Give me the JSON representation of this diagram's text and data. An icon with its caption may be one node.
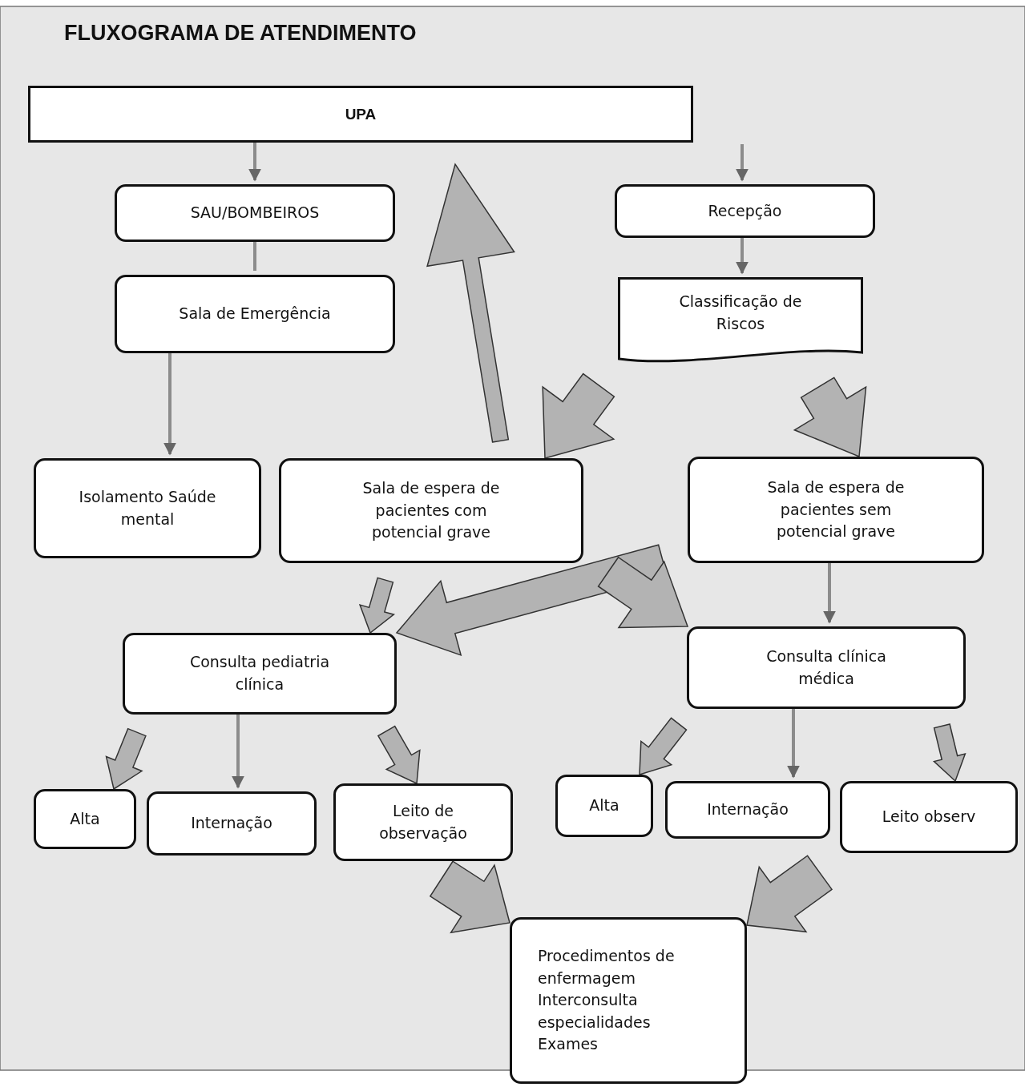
{
  "diagram": {
    "title": "FLUXOGRAMA DE ATENDIMENTO",
    "nodes": [
      {
        "text": [
          "UPA"
        ]
      },
      {
        "text": [
          "SAU/BOMBEIROS"
        ]
      },
      {
        "text": [
          "Recepção"
        ]
      },
      {
        "text": [
          "Sala de Emergência"
        ]
      },
      {
        "text": [
          "Classificação de Riscos"
        ]
      },
      {
        "text": [
          "Isolamento Saúde mental"
        ]
      },
      {
        "text": [
          "Sala de espera de pacientes com potencial grave"
        ]
      },
      {
        "text": [
          "Sala de espera de pacientes sem potencial grave"
        ]
      },
      {
        "text": [
          "Consulta pediatria clínica"
        ]
      },
      {
        "text": [
          "Consulta clínica médica"
        ]
      },
      {
        "text": [
          "Alta"
        ]
      },
      {
        "text": [
          "Internação"
        ]
      },
      {
        "text": [
          "Leito de observação"
        ]
      },
      {
        "text": [
          "Alta"
        ]
      },
      {
        "text": [
          "Internação"
        ]
      },
      {
        "text": [
          "Leito observ"
        ]
      },
      {
        "text": [
          "Procedimentos de enfermagem",
          "Interconsulta especialidades",
          "Exames"
        ]
      }
    ],
    "edges": [
      {
        "from": 0,
        "to": 1,
        "arrow": "to"
      },
      {
        "from": null,
        "to": 2,
        "arrow": "to"
      },
      {
        "from": 1,
        "to": 3,
        "arrow": "none"
      },
      {
        "from": 2,
        "to": 4,
        "arrow": "to"
      },
      {
        "from": 3,
        "to": 5,
        "arrow": "to"
      },
      {
        "from": 6,
        "to": null,
        "arrow": "to",
        "style": "thick"
      },
      {
        "from": 4,
        "to": 6,
        "arrow": "to",
        "style": "thick"
      },
      {
        "from": 4,
        "to": 7,
        "arrow": "to",
        "style": "thick"
      },
      {
        "from": 6,
        "to": 8,
        "arrow": "to",
        "style": "thick"
      },
      {
        "from": 7,
        "to": 8,
        "arrow": "to",
        "style": "thick"
      },
      {
        "from": 6,
        "to": 9,
        "arrow": "to",
        "style": "thick"
      },
      {
        "from": 7,
        "to": 9,
        "arrow": "to"
      },
      {
        "from": 8,
        "to": 10,
        "arrow": "to",
        "style": "thick"
      },
      {
        "from": 8,
        "to": 11,
        "arrow": "to"
      },
      {
        "from": 8,
        "to": 12,
        "arrow": "to",
        "style": "thick"
      },
      {
        "from": 9,
        "to": 13,
        "arrow": "to",
        "style": "thick"
      },
      {
        "from": 9,
        "to": 14,
        "arrow": "to"
      },
      {
        "from": 9,
        "to": 15,
        "arrow": "to",
        "style": "thick"
      },
      {
        "from": 12,
        "to": 16,
        "arrow": "to",
        "style": "thick"
      },
      {
        "from": 15,
        "to": 16,
        "arrow": "to",
        "style": "thick"
      }
    ]
  }
}
